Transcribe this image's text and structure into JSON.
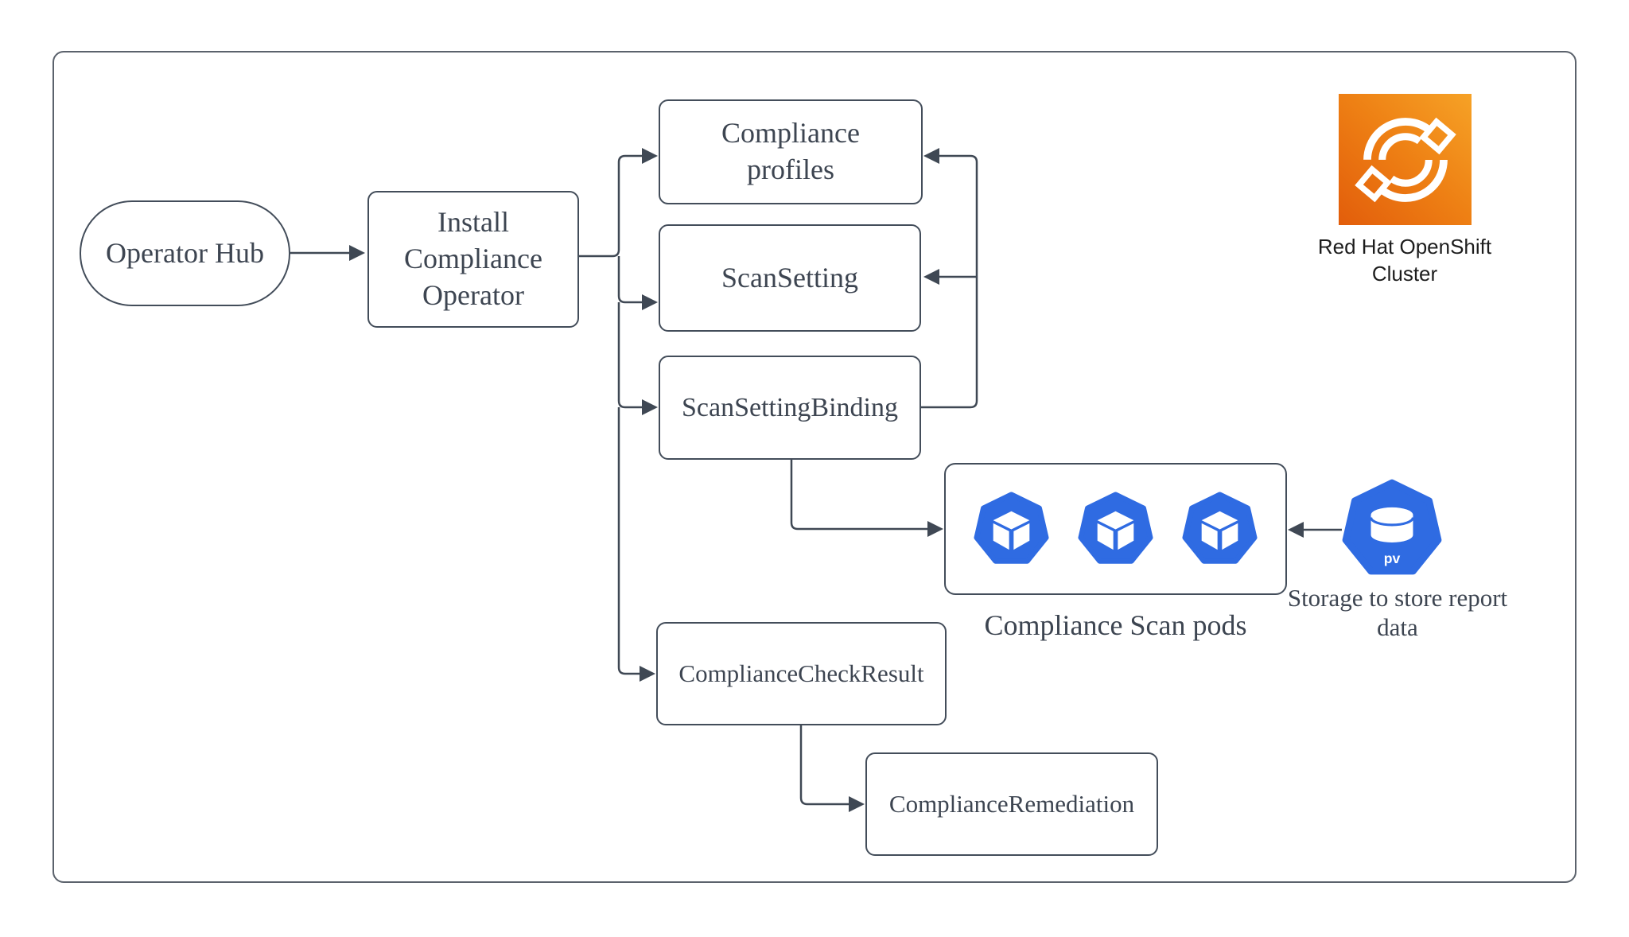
{
  "diagram": {
    "nodes": {
      "operator_hub": {
        "label": "Operator Hub"
      },
      "install_operator": {
        "label": "Install Compliance Operator"
      },
      "compliance_profiles": {
        "label": "Compliance profiles"
      },
      "scan_setting": {
        "label": "ScanSetting"
      },
      "scan_setting_binding": {
        "label": "ScanSettingBinding"
      },
      "check_result": {
        "label": "ComplianceCheckResult"
      },
      "remediation": {
        "label": "ComplianceRemediation"
      }
    },
    "pods": {
      "label": "Compliance Scan pods",
      "count": 3
    },
    "storage": {
      "label": "Storage to store report data",
      "badge": "pv"
    },
    "cluster": {
      "label": "Red Hat OpenShift Cluster"
    },
    "colors": {
      "connector": "#3f4854",
      "box_border": "#434d5a",
      "text": "#3d4551",
      "pod_blue": "#2f6be2",
      "logo_gradient_start": "#f6a226",
      "logo_gradient_end": "#e25d0b"
    }
  }
}
